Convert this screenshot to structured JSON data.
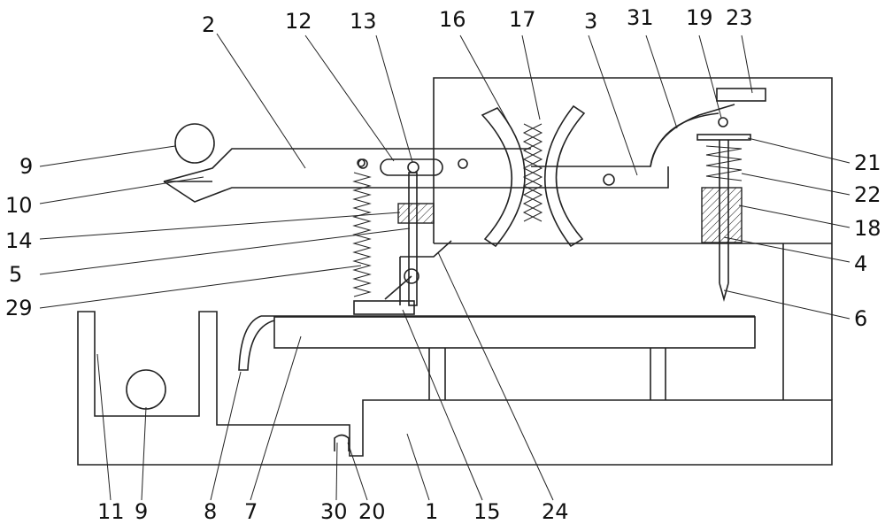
{
  "labels": {
    "l9a": "9",
    "l10": "10",
    "l2": "2",
    "l12": "12",
    "l13": "13",
    "l16": "16",
    "l17": "17",
    "l3": "3",
    "l31": "31",
    "l19": "19",
    "l23": "23",
    "l21": "21",
    "l22": "22",
    "l18": "18",
    "l4": "4",
    "l6": "6",
    "l14": "14",
    "l5": "5",
    "l29": "29",
    "l11": "11",
    "l9b": "9",
    "l8": "8",
    "l7": "7",
    "l30": "30",
    "l20": "20",
    "l1": "1",
    "l15": "15",
    "l24": "24"
  }
}
